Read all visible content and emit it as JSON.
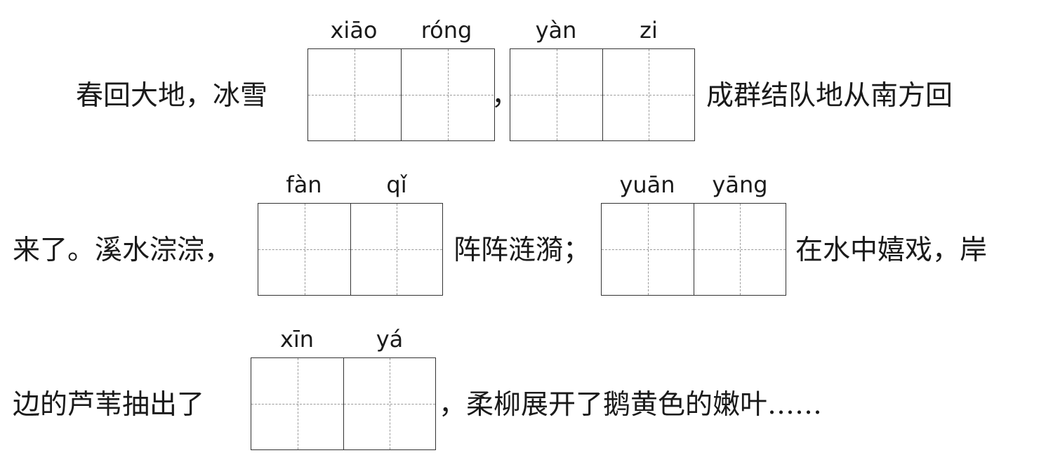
{
  "line1": {
    "before": "春回大地，冰雪",
    "mid": "，",
    "after": "成群结队地从南方回"
  },
  "line2": {
    "before": "来了。溪水淙淙，",
    "mid": "阵阵涟漪；",
    "after": "在水中嬉戏，岸"
  },
  "line3": {
    "before": "边的芦苇抽出了",
    "after": "，柔柳展开了鹅黄色的嫩叶……"
  },
  "blanks": [
    {
      "id": "xiaorong",
      "pinyin": [
        "xiāo",
        "róng"
      ]
    },
    {
      "id": "yanzi",
      "pinyin": [
        "yàn",
        "zi"
      ]
    },
    {
      "id": "fanqi",
      "pinyin": [
        "fàn",
        "qǐ"
      ]
    },
    {
      "id": "yuanyang",
      "pinyin": [
        "yuān",
        "yāng"
      ]
    },
    {
      "id": "xinya",
      "pinyin": [
        "xīn",
        "yá"
      ]
    }
  ]
}
